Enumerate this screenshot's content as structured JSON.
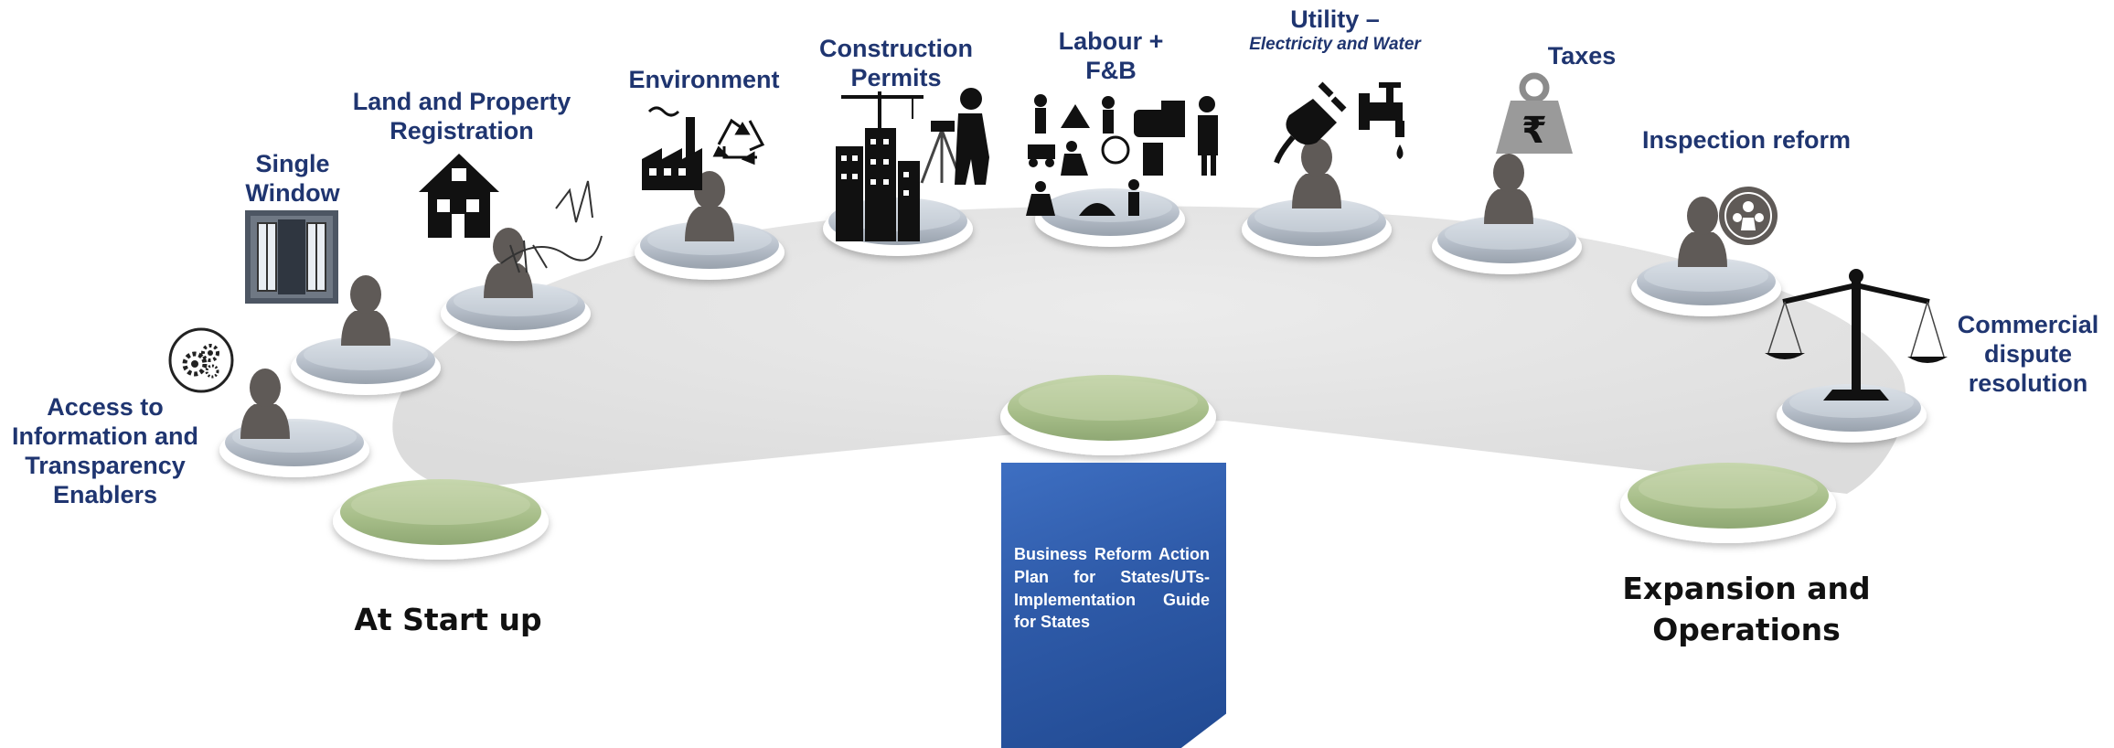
{
  "stages": {
    "access": "Access to Information and Transparency Enablers",
    "single_window": "Single Window",
    "land": "Land and Property Registration",
    "environment": "Environment",
    "construction": "Construction Permits",
    "labour": "Labour + F&B",
    "utility_title": "Utility –",
    "utility_sub": "Electricity and Water",
    "taxes": "Taxes",
    "inspection": "Inspection reform",
    "commercial": "Commercial dispute resolution"
  },
  "phases": {
    "startup": "At Start up",
    "expansion": "Expansion and Operations"
  },
  "book": {
    "title": "Business Reform Action Plan for States/UTs- Implementation Guide for States"
  },
  "icons": [
    "gears-icon",
    "window-icon",
    "house-icon",
    "factory-icon",
    "recycle-icon",
    "crane-building-icon",
    "surveyor-icon",
    "labour-workers-icon",
    "plug-icon",
    "tap-icon",
    "rupee-weight-icon",
    "team-badge-icon",
    "scales-icon"
  ],
  "colors": {
    "label": "#1f3570",
    "platform_gray": "#b9c1cc",
    "platform_green": "#a9c08c",
    "track": "#e6e6e6",
    "person": "#5f5a57",
    "book": "#2e5aa8"
  }
}
